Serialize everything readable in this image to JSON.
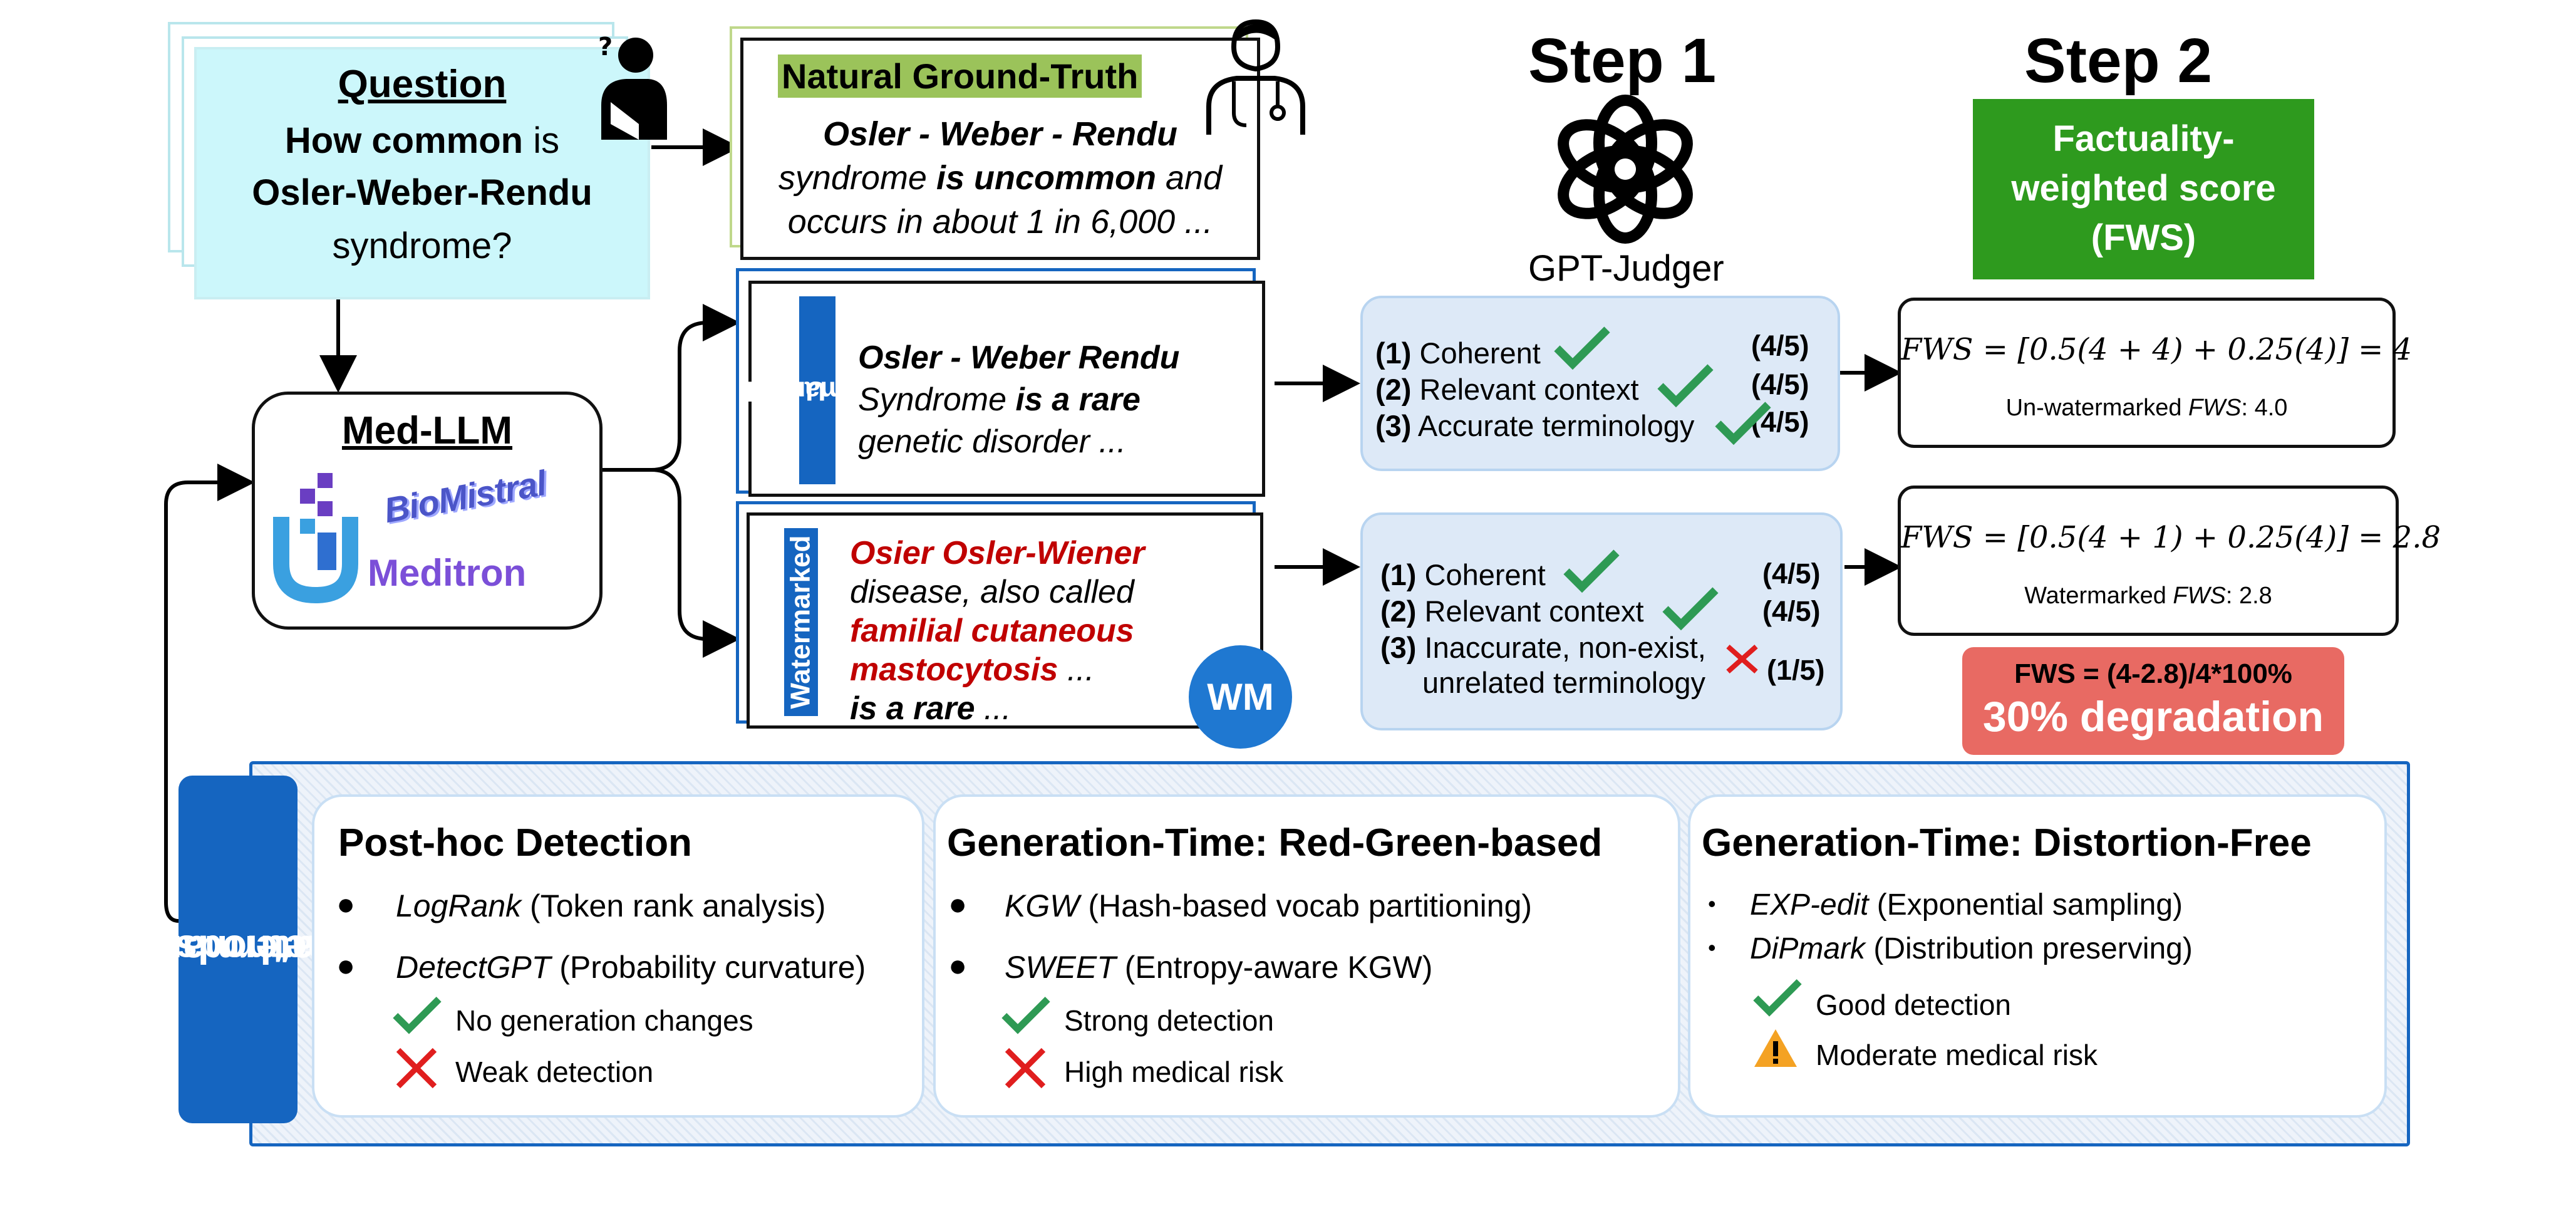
{
  "question": {
    "heading": "Question",
    "line1_bold": "How common",
    "line1_rest": " is",
    "line2": "Osler-Weber-Rendu",
    "line3": "syndrome?"
  },
  "ground_truth": {
    "heading": "Natural Ground-Truth",
    "line1": "Osler - Weber - Rendu",
    "line2_a": "syndrome ",
    "line2_b": "is uncommon",
    "line2_c": " and",
    "line3": "occurs in about 1 in 6,000 ..."
  },
  "steps": {
    "step1": "Step 1",
    "step1_caption": "GPT-Judger",
    "step2": "Step 2",
    "step2_box": [
      "Factuality-",
      "weighted score",
      "(FWS)"
    ]
  },
  "med_llm": {
    "title": "Med-LLM",
    "logo_biomistral": "BioMistral",
    "logo_meditron": "Meditron"
  },
  "unwatermarked": {
    "tab_line1": "Un-",
    "tab_line2": "watermarked",
    "line1": "Osler - Weber Rendu",
    "line2_a": "Syndrome ",
    "line2_b": "is a rare",
    "line3": "genetic disorder ..."
  },
  "watermarked": {
    "tab": "Watermarked",
    "line1": "Osier Osler-Wiener",
    "line2": "disease, also called",
    "line3": "familial cutaneous",
    "line4_red": "mastocytosis",
    "line4_rest": " ...",
    "line5_bold": "is a rare",
    "line5_rest": " ...",
    "badge": "WM"
  },
  "judge_unwatermarked": {
    "items": [
      {
        "num": "(1)",
        "text": "Coherent",
        "score": "(4/5)"
      },
      {
        "num": "(2)",
        "text": "Relevant context",
        "score": "(4/5)"
      },
      {
        "num": "(3)",
        "text": "Accurate terminology",
        "score": "(4/5)"
      }
    ]
  },
  "judge_watermarked": {
    "items": [
      {
        "num": "(1)",
        "text": "Coherent",
        "score": "(4/5)"
      },
      {
        "num": "(2)",
        "text": "Relevant context",
        "score": "(4/5)"
      },
      {
        "num": "(3)",
        "text": "Inaccurate, non-exist,",
        "text2": "unrelated terminology",
        "score": "(1/5)"
      }
    ]
  },
  "fws_unwatermarked": {
    "formula": "FWS = [0.5(4 + 4) + 0.25(4)] = 4",
    "caption_a": "Un-watermarked ",
    "caption_b": "FWS",
    "caption_c": ": 4.0"
  },
  "fws_watermarked": {
    "formula": "FWS = [0.5(4 + 1) + 0.25(4)] = 2.8",
    "caption_a": "Watermarked ",
    "caption_b": "FWS",
    "caption_c": ": 2.8"
  },
  "degradation": {
    "line1": "FWS = (4-2.8)/4*100%",
    "line2": "30% degradation"
  },
  "methods": {
    "tab": [
      "Watermarking",
      "methods"
    ],
    "panels": [
      {
        "title": "Post-hoc Detection",
        "items": [
          {
            "name": "LogRank",
            "desc": " (Token rank analysis)"
          },
          {
            "name": "DetectGPT",
            "desc": " (Probability curvature)"
          }
        ],
        "pro": "No generation changes",
        "con": "Weak detection"
      },
      {
        "title": "Generation-Time: Red-Green-based",
        "items": [
          {
            "name": "KGW",
            "desc": " (Hash-based vocab partitioning)"
          },
          {
            "name": "SWEET",
            "desc": " (Entropy-aware KGW)"
          }
        ],
        "pro": "Strong detection",
        "con": "High medical risk"
      },
      {
        "title": "Generation-Time: Distortion-Free",
        "items": [
          {
            "name": "EXP-edit",
            "desc": " (Exponential sampling)"
          },
          {
            "name": "DiPmark",
            "desc": " (Distribution preserving)"
          }
        ],
        "pro": "Good detection",
        "con": "Moderate medical risk"
      }
    ]
  },
  "colors": {
    "question_fill": "#ccf7fb",
    "ground_truth_highlight": "#9bc35a",
    "step2_green": "#2e9a1e",
    "tab_blue": "#1565c0",
    "judge_fill": "#dde9f7",
    "degradation_red": "#e86a63",
    "check_green": "#2e9a54",
    "cross_red": "#e01e1e",
    "watermark_red_text": "#c00000"
  }
}
